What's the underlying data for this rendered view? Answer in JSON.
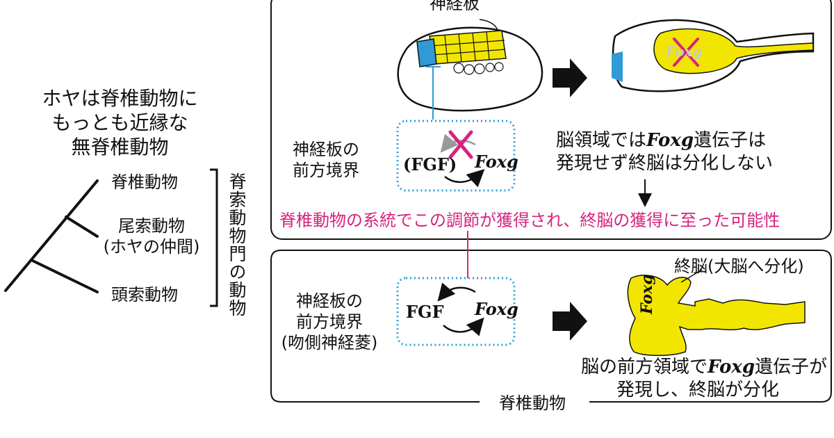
{
  "left": {
    "heading_lines": [
      "ホヤは脊椎動物に",
      "もっとも近縁な",
      "無脊椎動物"
    ],
    "tree_labels": {
      "vertebrate": "脊椎動物",
      "tunicate_line1": "尾索動物",
      "tunicate_line2": "(ホヤの仲間)",
      "cephalochordate": "頭索動物"
    },
    "phylum_label": "脊索動物門の動物"
  },
  "top_panel": {
    "neural_plate_label": "神経板",
    "boundary_label_lines": [
      "神経板の",
      "前方境界"
    ],
    "fgf_label": "(FGF)",
    "foxg_label": "Foxg",
    "foxg_faded_label": "Foxg",
    "result_line1_pre": "脳領域では",
    "result_line1_gene": "Foxg",
    "result_line1_post": "遺伝子は",
    "result_line2": "発現せず終脳は分化しない",
    "hypothesis": "脊椎動物の系統でこの調節が獲得され、終脳の獲得に至った可能性"
  },
  "bottom_panel": {
    "boundary_label_lines": [
      "神経板の",
      "前方境界",
      "(吻側神経菱)"
    ],
    "fgf_label": "FGF",
    "foxg_label": "Foxg",
    "brain_label": "終脳(大脳へ分化)",
    "brain_gene_label": "Foxg",
    "result_line1_pre": "脳の前方領域で",
    "result_line1_gene": "Foxg",
    "result_line1_post": "遺伝子が",
    "result_line2": "発現し、終脳が分化",
    "panel_title": "脊椎動物"
  },
  "colors": {
    "yellow": "#f2e600",
    "blue": "#2f9ad6",
    "magenta": "#d6247f",
    "dotted_border": "#2aa0dc"
  }
}
